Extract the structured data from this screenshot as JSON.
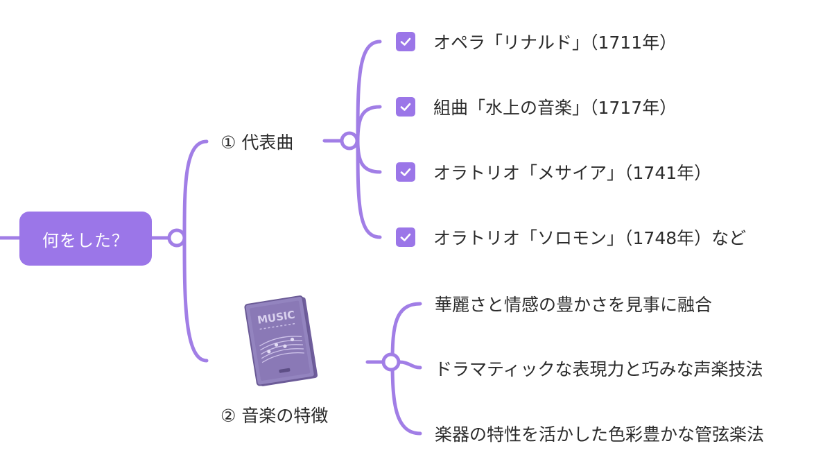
{
  "mindmap": {
    "root": {
      "label": "何をした？"
    },
    "branches": [
      {
        "label": "① 代表曲",
        "items": [
          {
            "label": "オペラ「リナルド」（1711年）",
            "checked": true
          },
          {
            "label": "組曲「水上の音楽」（1717年）",
            "checked": true
          },
          {
            "label": "オラトリオ「メサイア」（1741年）",
            "checked": true
          },
          {
            "label": "オラトリオ「ソロモン」（1748年）など",
            "checked": true
          }
        ]
      },
      {
        "label": "② 音楽の特徴",
        "image": {
          "icon": "music-book-icon",
          "text": "MUSIC"
        },
        "items": [
          {
            "label": "華麗さと情感の豊かさを見事に融合"
          },
          {
            "label": "ドラマティックな表現力と巧みな声楽技法"
          },
          {
            "label": "楽器の特性を活かした色彩豊かな管弦楽法"
          }
        ]
      }
    ]
  },
  "colors": {
    "accent": "#9b76e8",
    "connector": "#a17ee6",
    "text": "#2b2b2b",
    "book": "#8e7bb8"
  }
}
